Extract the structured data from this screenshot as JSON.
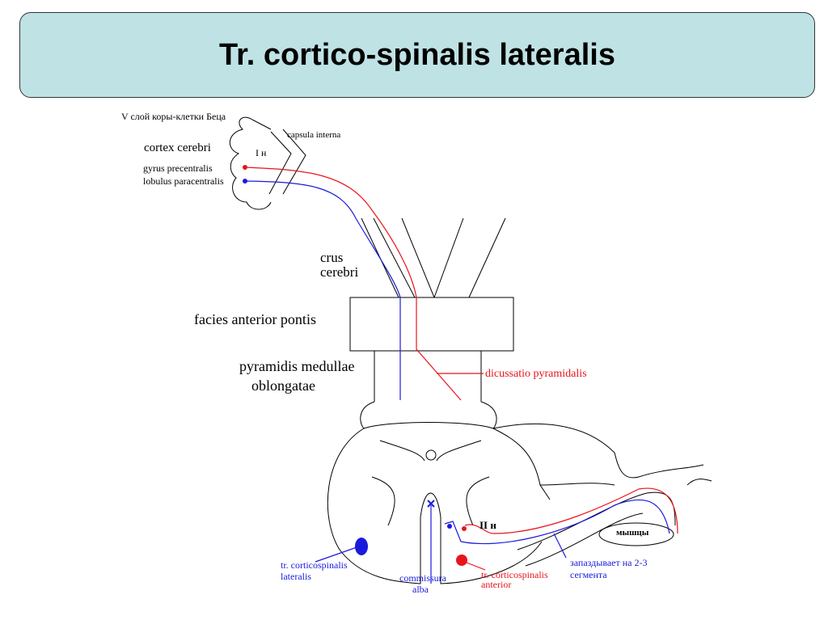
{
  "title": "Tr. cortico-spinalis lateralis",
  "labels": {
    "betz": "V слой коры-клетки Беца",
    "capsula": "capsula interna",
    "cortex": "cortex cerebri",
    "neuron1": "I н",
    "gyrus": "gyrus precentralis",
    "lobulus": "lobulus paracentralis",
    "crus1": "crus",
    "crus2": "cerebri",
    "pons": "facies anterior pontis",
    "pyr1": "pyramidis medullae",
    "pyr2": "oblongatae",
    "decussatio": "dicussatio pyramidalis",
    "neuron2": "II н",
    "muscles": "мышцы",
    "lateralis1": "tr. corticospinalis",
    "lateralis2": "lateralis",
    "commissura1": "commissura",
    "commissura2": "alba",
    "anterior1": "tr. corticospinalis",
    "anterior2": "anterior",
    "delay1": "запаздывает на 2-3",
    "delay2": "сегмента"
  },
  "colors": {
    "red": "#e8141c",
    "blue": "#1a1adc",
    "title_bg": "#bfe2e4"
  }
}
